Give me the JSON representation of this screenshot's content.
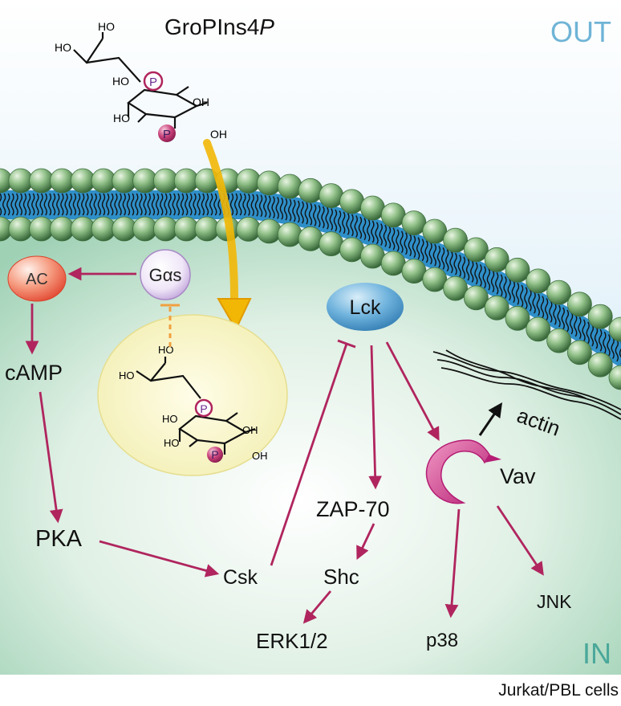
{
  "compartments": {
    "outside": "OUT",
    "inside": "IN"
  },
  "ligand": {
    "name": "GroPIns4",
    "name_italic": "P"
  },
  "molecules": {
    "ac": "AC",
    "galpha_s": "Gαs",
    "lck": "Lck",
    "camp": "cAMP",
    "pka": "PKA",
    "csk": "Csk",
    "zap70": "ZAP-70",
    "shc": "Shc",
    "erk": "ERK1/2",
    "vav": "Vav",
    "p38": "p38",
    "jnk": "JNK",
    "actin": "actin"
  },
  "chem_labels": {
    "ho": "HO",
    "oh": "OH",
    "phosphate": "P"
  },
  "caption": "Jurkat/PBL cells",
  "colors": {
    "outside_bg": "#8fc7e3",
    "inside_bg": "#cfe8d6",
    "membrane_core": "#2f8fc8",
    "lipid_head": "#5c9a5a",
    "pathway_arrow": "#b0255e",
    "ligand_arrow": "#f5c518",
    "out_text": "#6fb4d6",
    "in_text": "#4aa89a"
  }
}
